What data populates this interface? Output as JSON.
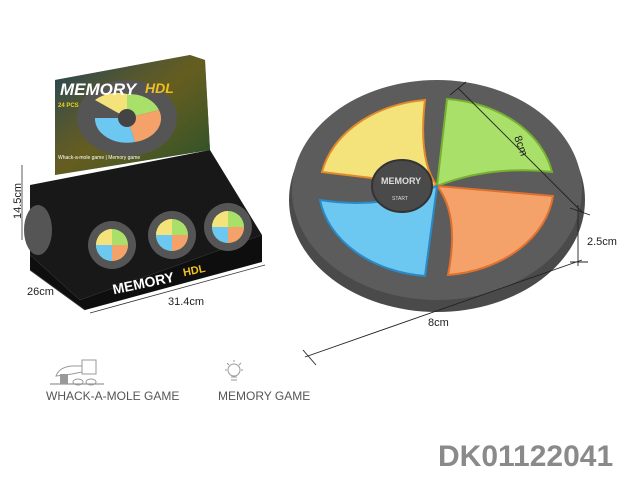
{
  "box": {
    "brand": "MEMORY",
    "brand_suffix": "HDL",
    "count_badge": "24 PCS",
    "subtitle": "Whack-a-mole game | Memory game",
    "dims": {
      "height": "14.5cm",
      "depth": "26cm",
      "width": "31.4cm"
    }
  },
  "product": {
    "center_label": "MEMORY",
    "center_sub": "START",
    "dims": {
      "diagonal": "8cm",
      "height": "2.5cm",
      "width": "8cm"
    },
    "colors": {
      "yellow": "#f4e27a",
      "green": "#a8e06a",
      "orange": "#f4a26a",
      "blue": "#6cc8f0",
      "body": "#5a5a5a"
    }
  },
  "features": [
    {
      "icon": "hand-hammer-icon",
      "label": "WHACK-A-MOLE GAME"
    },
    {
      "icon": "lightbulb-icon",
      "label": "MEMORY GAME"
    }
  ],
  "model_code": "DK01122041"
}
